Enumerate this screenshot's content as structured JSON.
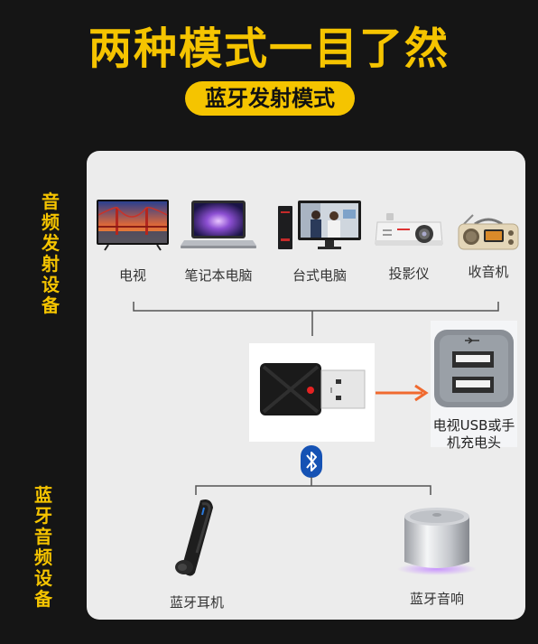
{
  "header": {
    "title": "两种模式一目了然",
    "mode_label": "蓝牙发射模式"
  },
  "side_labels": {
    "top": "音频发射设备",
    "bottom": "蓝牙音频设备"
  },
  "source_devices": [
    {
      "label": "电视",
      "icon": "tv-icon"
    },
    {
      "label": "笔记本电脑",
      "icon": "laptop-icon"
    },
    {
      "label": "台式电脑",
      "icon": "desktop-computer-icon"
    },
    {
      "label": "投影仪",
      "icon": "projector-icon"
    },
    {
      "label": "收音机",
      "icon": "radio-icon"
    }
  ],
  "adapter": {
    "icon": "bluetooth-usb-dongle-icon",
    "connected_to": "电视USB或手机充电头",
    "connected_icon": "usb-port-icon",
    "arrow_color": "#f06a2f"
  },
  "bluetooth": {
    "icon": "bluetooth-icon",
    "color": "#1552b4"
  },
  "output_devices": [
    {
      "label": "蓝牙耳机",
      "icon": "bluetooth-earphone-icon"
    },
    {
      "label": "蓝牙音响",
      "icon": "bluetooth-speaker-icon"
    }
  ],
  "colors": {
    "background": "#151515",
    "accent": "#f5c400",
    "panel": "#ececec"
  }
}
